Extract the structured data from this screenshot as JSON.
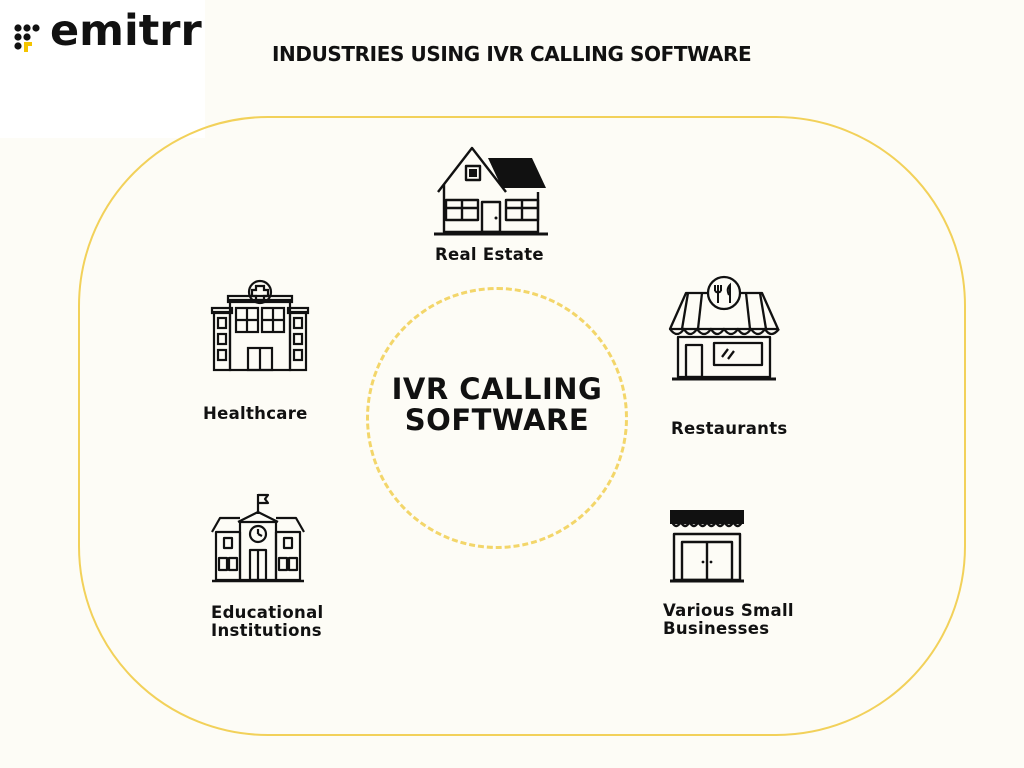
{
  "brand": {
    "name": "emitrr",
    "accent": "#f4c400"
  },
  "title": "INDUSTRIES USING IVR CALLING SOFTWARE",
  "center": {
    "line1": "IVR CALLING",
    "line2": "SOFTWARE"
  },
  "colors": {
    "frame": "#f2d15a",
    "ring": "#f3d66a",
    "background": "#fdfcf6"
  },
  "industries": {
    "real_estate": {
      "label": "Real Estate",
      "icon": "house-icon"
    },
    "healthcare": {
      "label": "Healthcare",
      "icon": "hospital-icon"
    },
    "restaurants": {
      "label": "Restaurants",
      "icon": "restaurant-icon"
    },
    "education": {
      "line1": "Educational",
      "line2": "Institutions",
      "icon": "school-icon"
    },
    "small_business": {
      "line1": "Various Small",
      "line2": "Businesses",
      "icon": "storefront-icon"
    }
  }
}
